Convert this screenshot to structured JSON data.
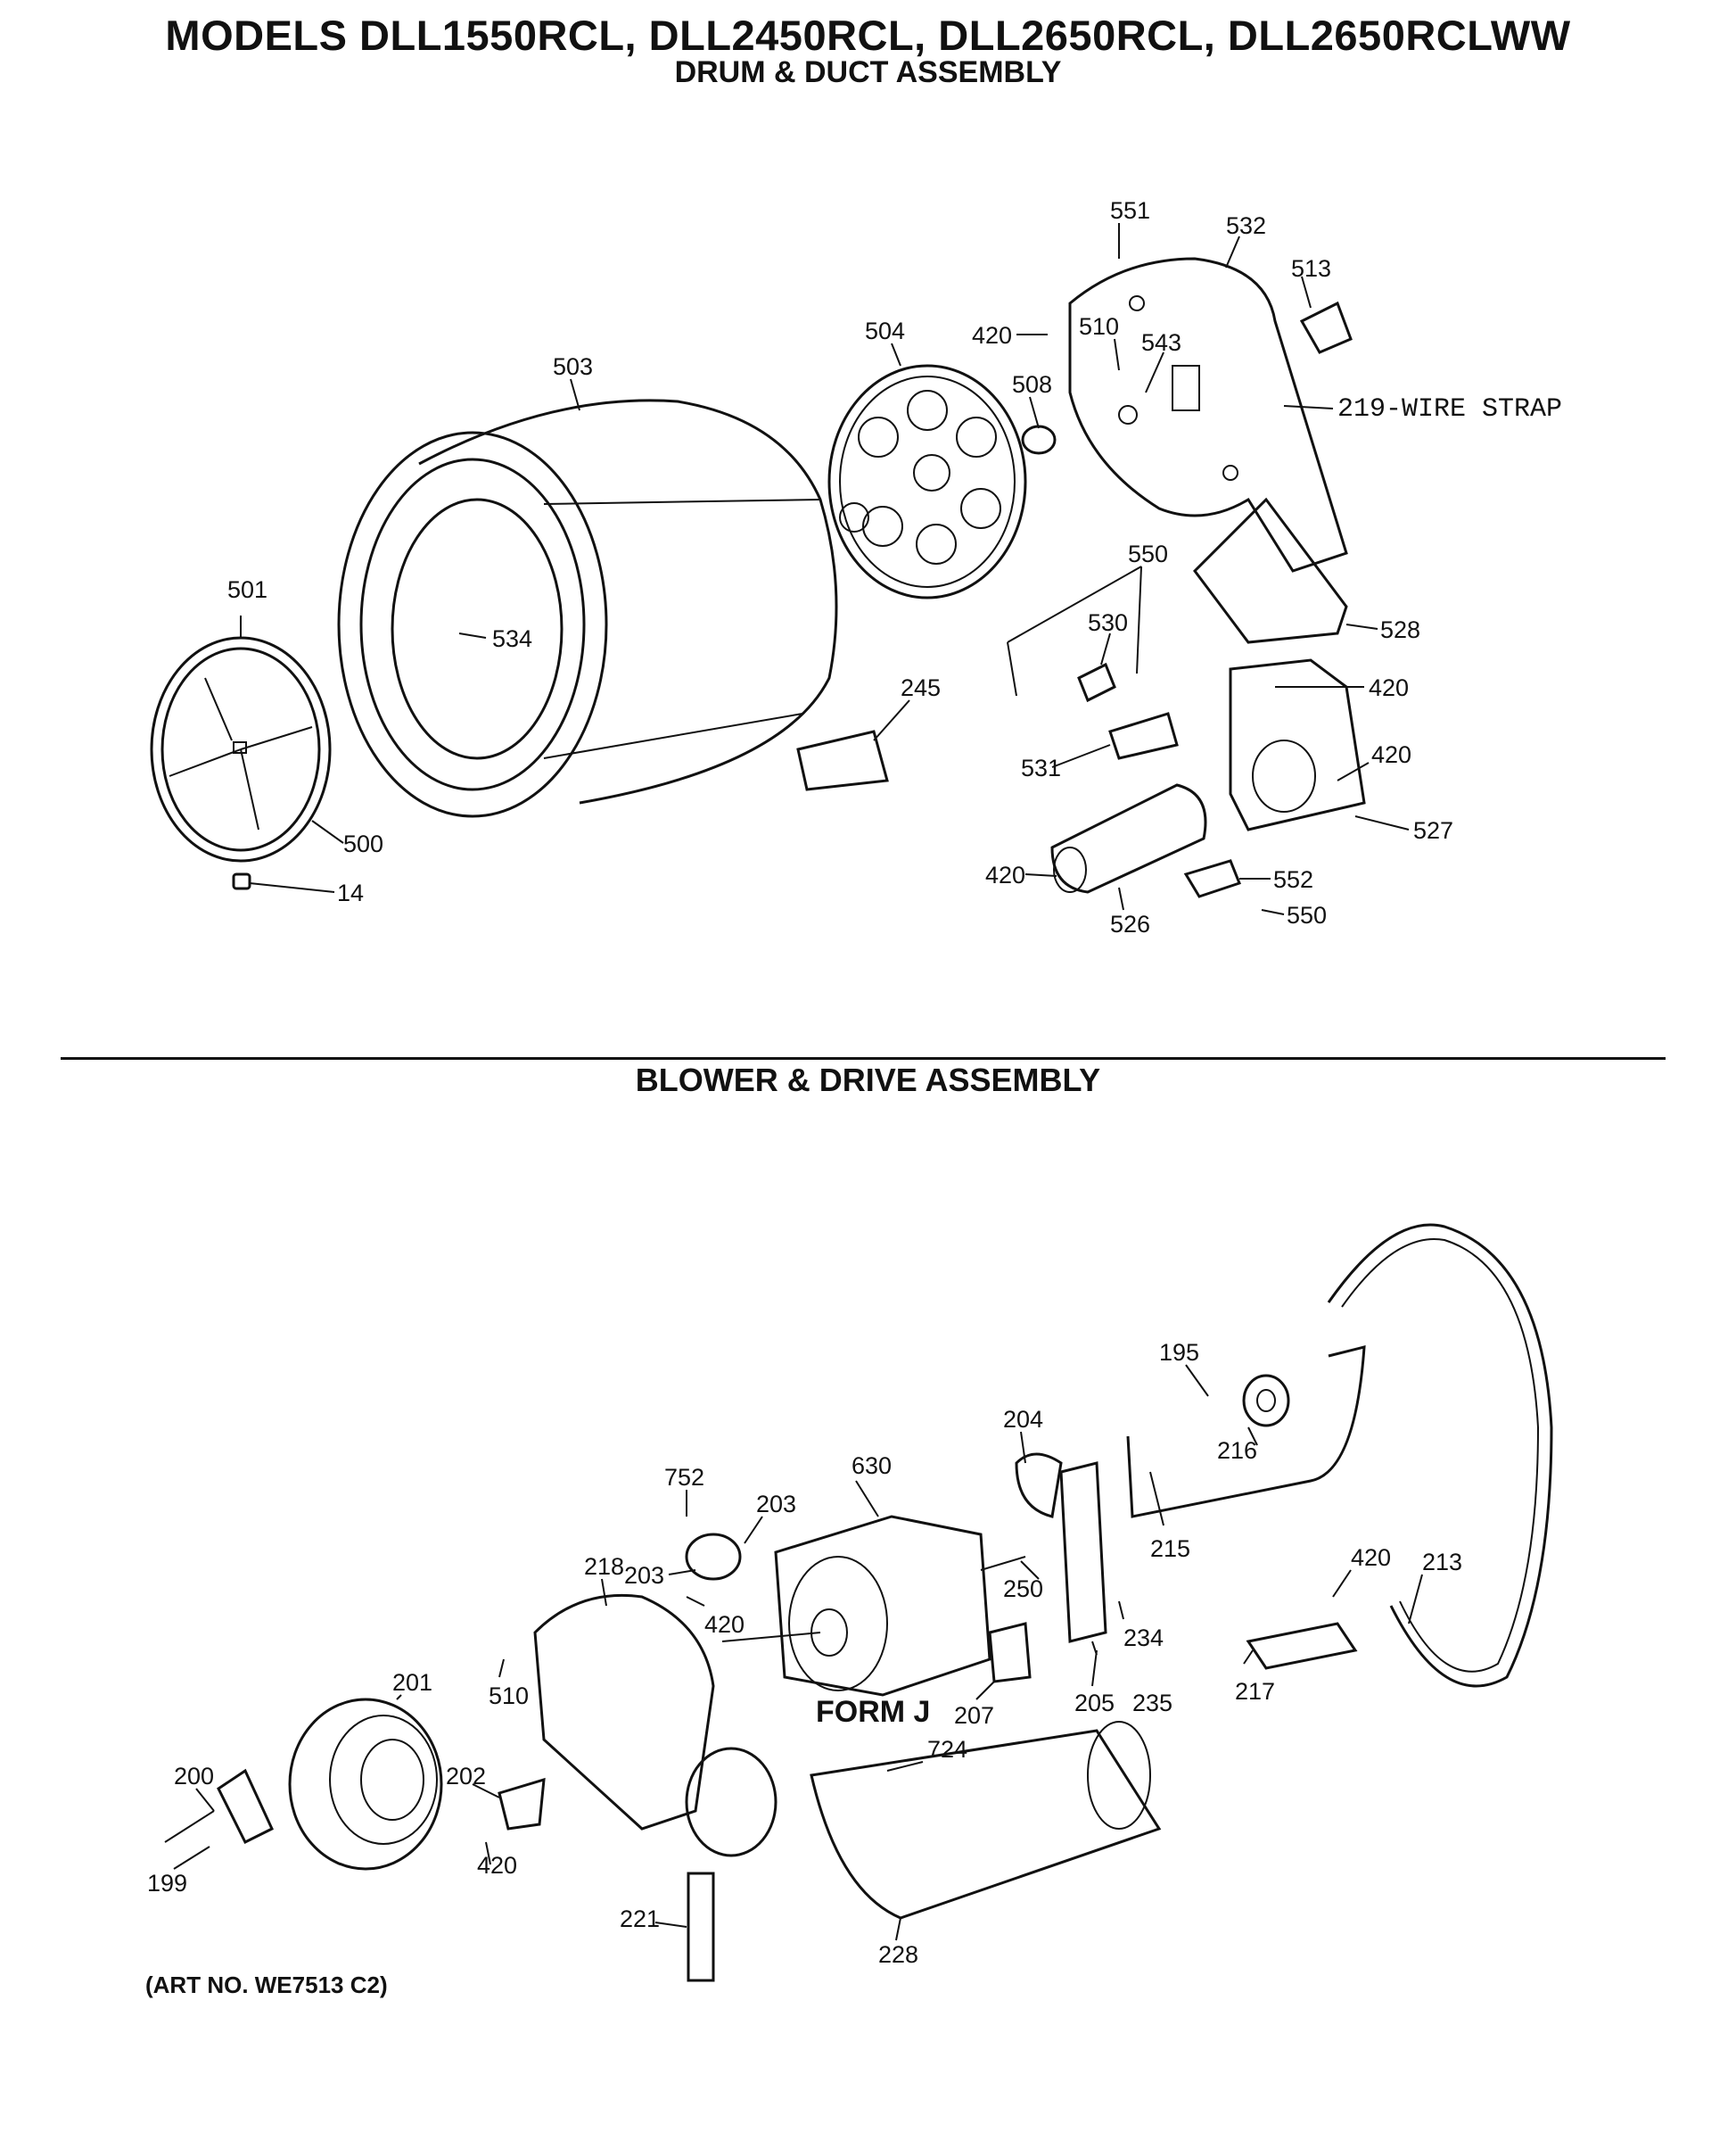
{
  "header": {
    "title": "MODELS DLL1550RCL, DLL2450RCL, DLL2650RCL, DLL2650RCLWW",
    "subtitle": "DRUM & DUCT ASSEMBLY"
  },
  "blower_section": {
    "title": "BLOWER & DRIVE ASSEMBLY",
    "form_label": "FORM J"
  },
  "footer": {
    "art_number": "(ART NO. WE7513 C2)"
  },
  "drum_labels": {
    "p551": "551",
    "p532": "532",
    "p513": "513",
    "p420a": "420",
    "p510": "510",
    "p543": "543",
    "p504": "504",
    "p508": "508",
    "p503": "503",
    "p219": "219-WIRE STRAP",
    "p501": "501",
    "p534": "534",
    "p550a": "550",
    "p530": "530",
    "p528": "528",
    "p420b": "420",
    "p245": "245",
    "p531": "531",
    "p420c": "420",
    "p527": "527",
    "p500": "500",
    "p14": "14",
    "p420d": "420",
    "p552": "552",
    "p550b": "550",
    "p526": "526"
  },
  "blower_labels": {
    "p195": "195",
    "p216": "216",
    "p213": "213",
    "p204": "204",
    "p752": "752",
    "p630": "630",
    "p203a": "203",
    "p203b": "203",
    "p215": "215",
    "p420e": "420",
    "p218": "218",
    "p250": "250",
    "p420f": "420",
    "p234": "234",
    "p510b": "510",
    "p201": "201",
    "p205": "205",
    "p235": "235",
    "p217": "217",
    "p207": "207",
    "p724": "724",
    "p200": "200",
    "p202": "202",
    "p420g": "420",
    "p199": "199",
    "p221": "221",
    "p228": "228"
  }
}
